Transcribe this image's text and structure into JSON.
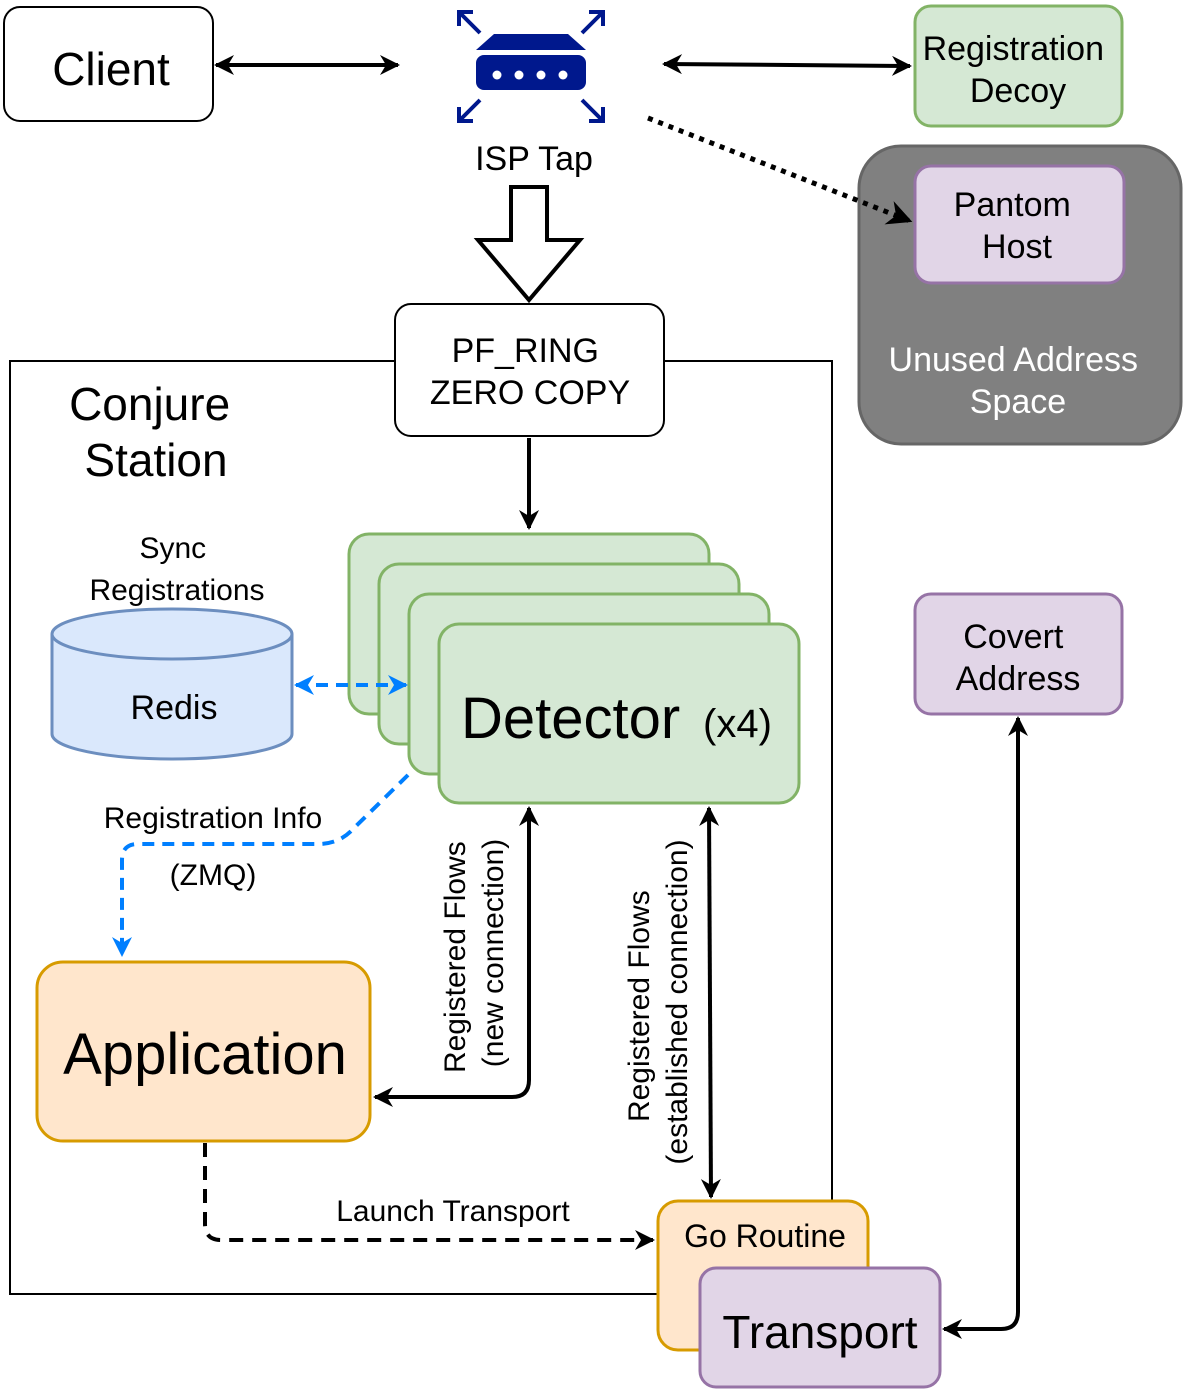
{
  "nodes": {
    "client": "Client",
    "isp_tap": "ISP Tap",
    "registration_decoy": [
      "Registration",
      "Decoy"
    ],
    "phantom_host": [
      "Pantom",
      "Host"
    ],
    "unused_address_space": [
      "Unused Address",
      "Space"
    ],
    "pf_ring": [
      "PF_RING",
      "ZERO COPY"
    ],
    "conjure_station": [
      "Conjure",
      "Station"
    ],
    "sync_registrations": [
      "Sync",
      "Registrations"
    ],
    "redis": "Redis",
    "detector": "Detector",
    "detector_count": "(x4)",
    "covert_address": [
      "Covert",
      "Address"
    ],
    "application": "Application",
    "go_routine": "Go Routine",
    "transport": "Transport"
  },
  "edges": {
    "registration_info": "Registration Info",
    "zmq": "(ZMQ)",
    "flows_new": [
      "Registered Flows",
      "(new connection)"
    ],
    "flows_established": [
      "Registered Flows",
      "(established connection)"
    ],
    "launch_transport": "Launch Transport"
  },
  "colors": {
    "green_fill": "#d5e8d4",
    "green_stroke": "#82b366",
    "purple_fill": "#e1d5e7",
    "purple_stroke": "#9673a6",
    "blue_fill": "#dae8fc",
    "blue_stroke": "#6c8ebf",
    "orange_fill": "#ffe6cc",
    "orange_stroke": "#d79b00",
    "gray_fill": "#808080",
    "gray_stroke": "#666666",
    "accent_blue": "#007fff",
    "router_icon": "#00188d"
  },
  "icons": {
    "isp_tap": "router-icon"
  }
}
